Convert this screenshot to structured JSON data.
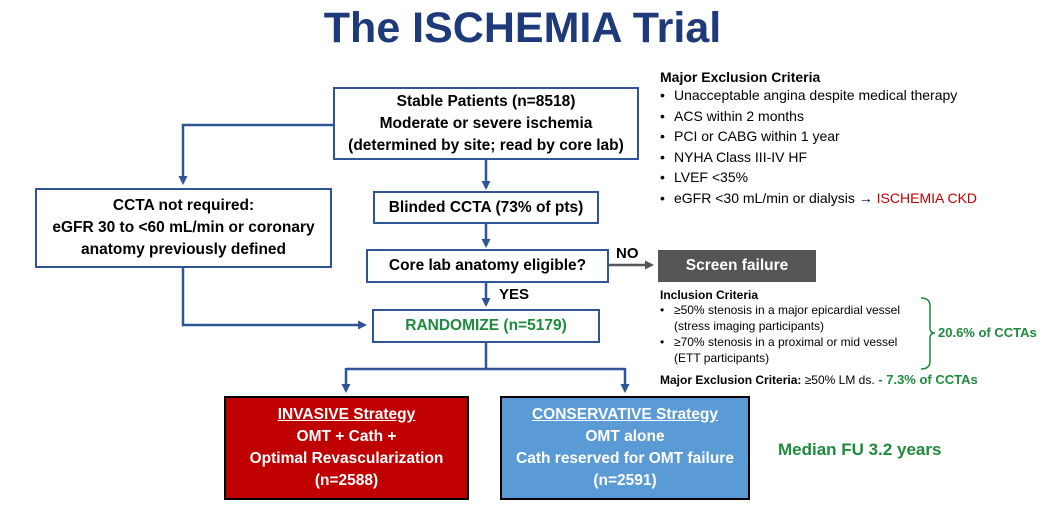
{
  "title": "The ISCHEMIA Trial",
  "boxes": {
    "stable": [
      "Stable Patients (n=8518)",
      "Moderate or severe ischemia",
      "(determined by site; read by core lab)"
    ],
    "ccta_not_required": [
      "CCTA not required:",
      "eGFR 30 to <60 mL/min or coronary",
      "anatomy previously defined"
    ],
    "blinded_ccta": "Blinded CCTA (73% of pts)",
    "core_lab": "Core lab anatomy eligible?",
    "screen_failure": "Screen failure",
    "randomize": "RANDOMIZE (n=5179)",
    "invasive": {
      "heading": "INVASIVE Strategy",
      "lines": [
        "OMT + Cath +",
        "Optimal Revascularization",
        "(n=2588)"
      ]
    },
    "conservative": {
      "heading": "CONSERVATIVE Strategy",
      "lines": [
        "OMT alone",
        "Cath reserved for OMT failure",
        "(n=2591)"
      ]
    }
  },
  "labels": {
    "no": "NO",
    "yes": "YES"
  },
  "major_exclusion": {
    "title": "Major Exclusion Criteria",
    "items": [
      "Unacceptable angina despite medical therapy",
      "ACS within 2 months",
      "PCI or CABG within 1 year",
      "NYHA Class III-IV HF",
      "LVEF <35%"
    ],
    "last_item_prefix": "eGFR <30 mL/min or dialysis → ",
    "last_item_highlight": "ISCHEMIA CKD"
  },
  "inclusion": {
    "title": "Inclusion Criteria",
    "items": [
      "≥50% stenosis in a major epicardial vessel",
      "(stress imaging participants)",
      "≥70% stenosis in a proximal or mid vessel",
      "(ETT participants)"
    ],
    "bracket_note": "20.6% of CCTAs",
    "exclusion_label": "Major Exclusion Criteria:",
    "exclusion_value": " ≥50% LM ds.",
    "exclusion_note": " - 7.3% of CCTAs"
  },
  "median_fu": "Median FU 3.2 years",
  "colors": {
    "title": "#1f3a7a",
    "box_border": "#2f5597",
    "green": "#1e8a3c",
    "invasive": "#c00000",
    "conservative": "#5b9bd5",
    "screen_failure": "#555555"
  }
}
